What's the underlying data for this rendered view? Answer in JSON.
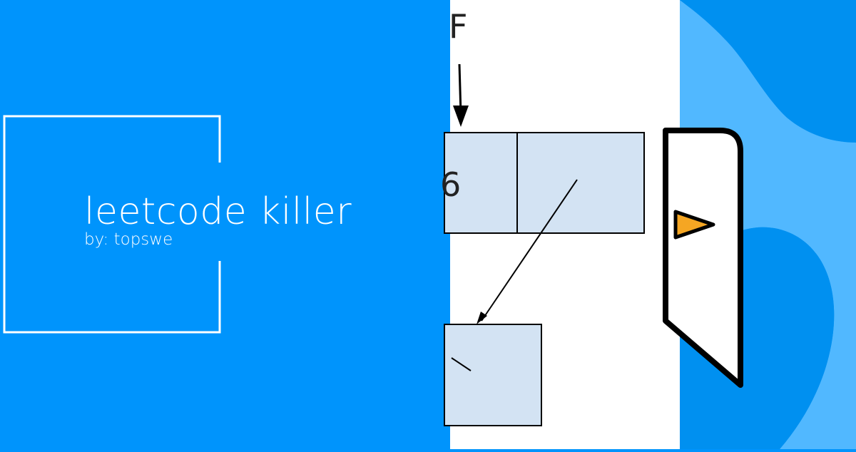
{
  "title": "leetcode killer",
  "byline": "by: topswe",
  "diagram": {
    "pointer_label": "F",
    "cell_value": "6"
  },
  "colors": {
    "background": "#0094FC",
    "frame": "#ffffff",
    "diagram_cell": "#D3E3F3",
    "logo_accent": "#F5A623",
    "blob_light": "#51B8FF"
  }
}
